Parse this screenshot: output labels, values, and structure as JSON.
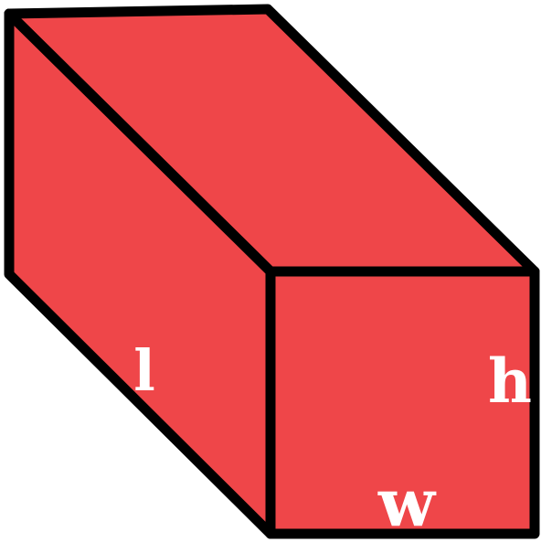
{
  "diagram": {
    "fill_color": "#ef4649",
    "outline_color": "#000000",
    "label_color": "#ffffff",
    "labels": {
      "length": "l",
      "height": "h",
      "width": "w"
    }
  }
}
